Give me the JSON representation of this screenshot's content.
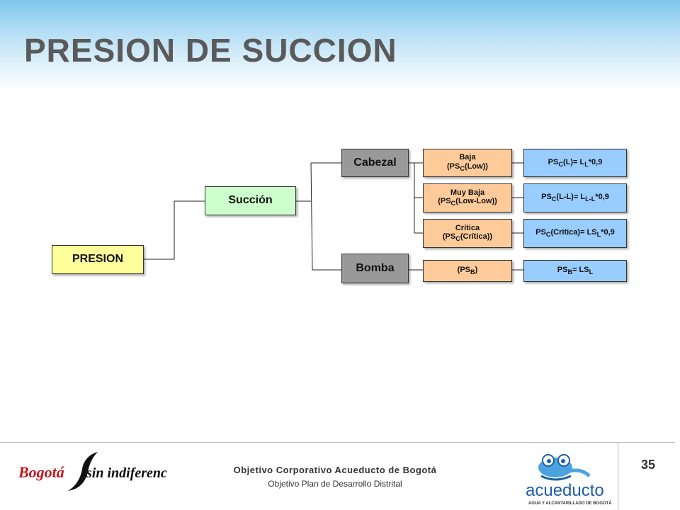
{
  "slide": {
    "title": "PRESION DE SUCCION",
    "page_number": "35"
  },
  "diagram": {
    "root": "PRESION",
    "level1": "Succión",
    "level2": [
      "Cabezal",
      "Bomba"
    ],
    "conditions": [
      {
        "main": "Baja",
        "paren_open": "(PS",
        "sub": "C",
        "rest": "(Low))"
      },
      {
        "main": "Muy Baja",
        "paren_open": "(PS",
        "sub": "C",
        "rest": "(Low-Low))"
      },
      {
        "main": "Crítica",
        "paren_open": "(PS",
        "sub": "C",
        "rest": "(Crítica))"
      },
      {
        "paren_open": "(PS",
        "sub": "B",
        "rest": ")"
      }
    ],
    "formulas": [
      {
        "a": "PS",
        "a_sub": "C",
        "b": "(L)= L",
        "b_sub": "L",
        "c": "*0,9"
      },
      {
        "a": "PS",
        "a_sub": "C",
        "b": "(L-L)= L",
        "b_sub": "L-L",
        "c": "*0,9"
      },
      {
        "a": "PS",
        "a_sub": "C",
        "b": "(Critica)= LS",
        "b_sub": "L",
        "c": "*0,9"
      },
      {
        "a": "PS",
        "a_sub": "B",
        "b": "= LS",
        "b_sub": "L",
        "c": ""
      }
    ]
  },
  "footer": {
    "title": "Objetivo Corporativo Acueducto de Bogotá",
    "subtitle": "Objetivo Plan de Desarrollo Distrital",
    "logo_left_text": [
      "Bogotá",
      "sin indiferencia"
    ],
    "logo_right_text": [
      "acueducto",
      "AGUA Y ALCANTARILLADO DE BOGOTÁ"
    ]
  },
  "colors": {
    "root": "#fefe9a",
    "level1": "#ccffcc",
    "level2": "#999999",
    "conditions": "#fdcb9a",
    "formulas": "#99ccff",
    "logo_red": "#c0161b",
    "logo_blue": "#1e5fa8"
  }
}
